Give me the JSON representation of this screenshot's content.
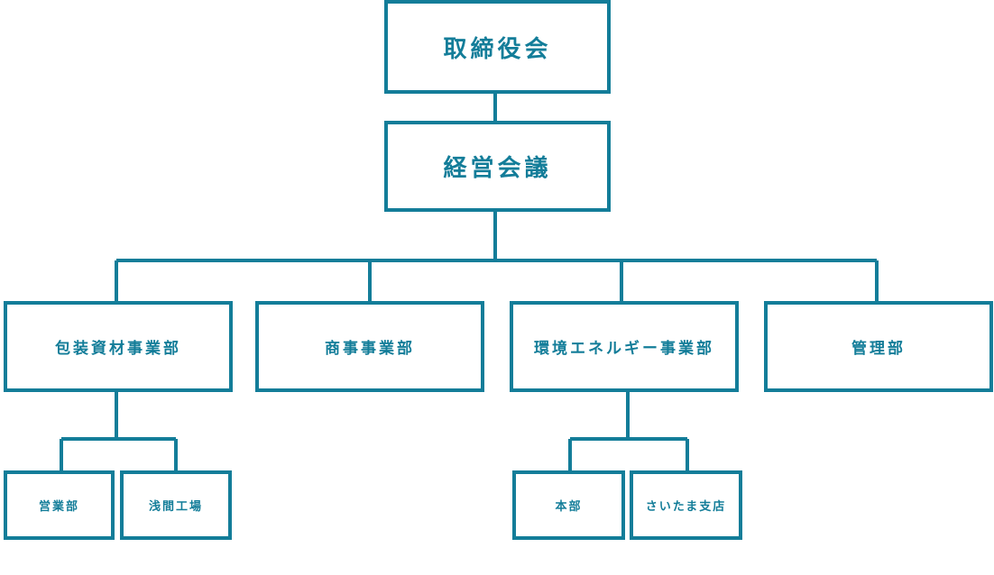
{
  "diagram": {
    "board": "取締役会",
    "management_meeting": "経営会議",
    "divisions": {
      "packaging": "包装資材事業部",
      "trading": "商事事業部",
      "environment_energy": "環境エネルギー事業部",
      "management": "管理部"
    },
    "packaging_units": {
      "sales": "営業部",
      "asama_factory": "浅間工場"
    },
    "energy_units": {
      "head_office": "本部",
      "saitama_branch": "さいたま支店"
    }
  },
  "colors": {
    "line": "#137d99",
    "text": "#137d99",
    "background": "#ffffff"
  }
}
